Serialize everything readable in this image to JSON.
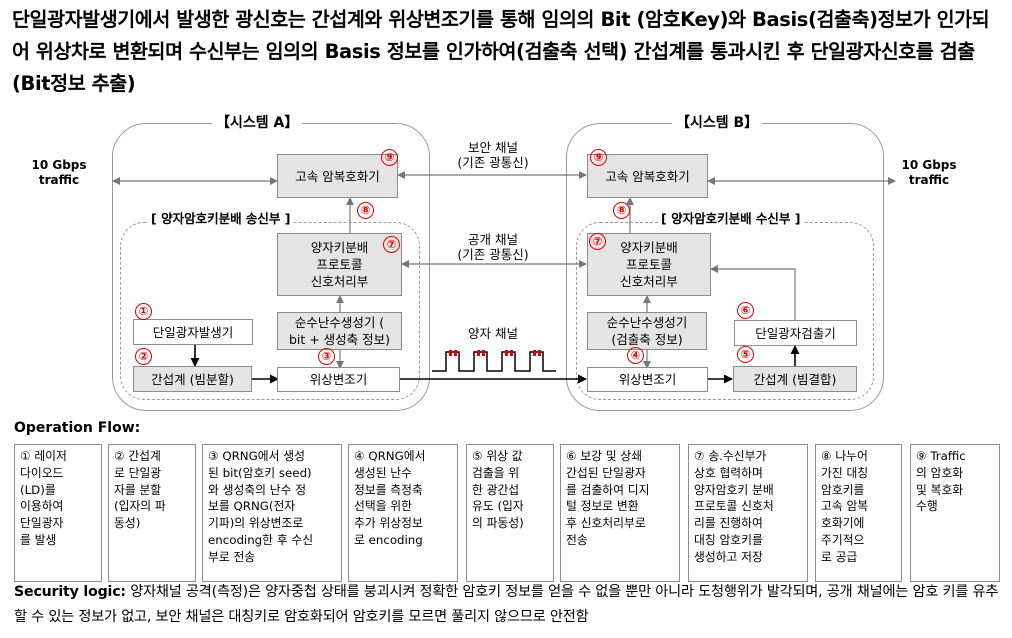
{
  "heading": "단일광자발생기에서 발생한 광신호는 간섭계와 위상변조기를 통해 임의의 Bit (암호Key)와 Basis(검출축)정보가 인가되어 위상차로 변환되며 수신부는 임의의 Basis 정보를 인가하여(검출축 선택) 간섭계를 통과시킨 후 단일광자신호를 검출(Bit정보 추출)",
  "system_a": {
    "label": "【시스템 A】",
    "sub_label": "[ 양자암호키분배 송신부 ]",
    "traffic": "10 Gbps\ntraffic",
    "encryptor": {
      "label": "고속 암복호화기",
      "marker": "⑨"
    },
    "protocol": {
      "label": "양자키분배\n프로토콜\n신호처리부",
      "marker": "⑦",
      "link_marker": "⑧"
    },
    "photon_gen": {
      "label": "단일광자발생기",
      "marker": "①"
    },
    "interferometer": {
      "label": "간섭계 (빔분할)",
      "marker": "②"
    },
    "rng": {
      "label": "순수난수생성기  (\nbit + 생성축 정보)",
      "marker": "③"
    },
    "modulator": {
      "label": "위상변조기"
    }
  },
  "system_b": {
    "label": "【시스템 B】",
    "sub_label": "[ 양자암호키분배 수신부 ]",
    "traffic": "10 Gbps\ntraffic",
    "encryptor": {
      "label": "고속 암복호화기",
      "marker": "⑨"
    },
    "protocol": {
      "label": "양자키분배\n프로토콜\n신호처리부",
      "marker": "⑦",
      "link_marker": "⑧"
    },
    "rng": {
      "label": "순수난수생성기\n(검출축 정보)",
      "marker": "④"
    },
    "detector": {
      "label": "단일광자검출기",
      "marker": "⑥"
    },
    "modulator": {
      "label": "위상변조기"
    },
    "interferometer": {
      "label": "간섭계 (빔결합)",
      "marker": "⑤"
    }
  },
  "channels": {
    "secure": "보안 채널\n(기존 광통신)",
    "public": "공개 채널\n(기존 광통신)",
    "quantum": "양자 채널"
  },
  "flow_title": "Operation Flow:",
  "steps": [
    "① 레이저\n다이오드\n(LD)를\n이용하여\n단일광자\n를 발생",
    "② 간섭계\n로 단일광\n자를 분할\n(입자의 파\n동성)",
    "③ QRNG에서 생성\n된 bit(암호키 seed)\n와 생성축의 난수 정\n보를 QRNG(전자\n기파)의 위상변조로\nencoding한 후 수신\n부로 전송",
    "④ QRNG에서\n생성된 난수\n정보를 측정축\n선택을 위한\n추가 위상정보\n로 encoding",
    "⑤ 위상 값\n검출을 위\n한 광간섭\n유도 (입자\n의 파동성)",
    "⑥ 보강 및 상쇄\n간섭된 단일광자\n를 검출하여 디지\n털 정보로 변환\n후 신호처리부로\n전송",
    "⑦ 송.수신부가\n상호 협력하며\n양자암호키 분배\n프로토콜 신호처\n리를 진행하여\n대칭 암호키를\n생성하고 저장",
    "⑧ 나누어\n가진 대칭\n암호키를\n고속 암복\n호화기에\n주기적으\n로 공급",
    "⑨ Traffic\n의 암호화\n및 복호화\n수행"
  ],
  "security": {
    "label": "Security logic:",
    "text": " 양자채널 공격(측정)은 양자중첩 상태를 붕괴시켜 정확한 암호키 정보를 얻을 수 없을 뿐만 아니라 도청행위가 발각되며, 공개 채널에는 암호 키를 유추할 수 있는 정보가 없고, 보안 채널은 대칭키로 암호화되어 암호키를 모르면 풀리지 않으므로 안전함"
  },
  "colors": {
    "marker": "#e00000",
    "box_fill": "#e4e4e4",
    "frame": "#9a9a9a"
  }
}
